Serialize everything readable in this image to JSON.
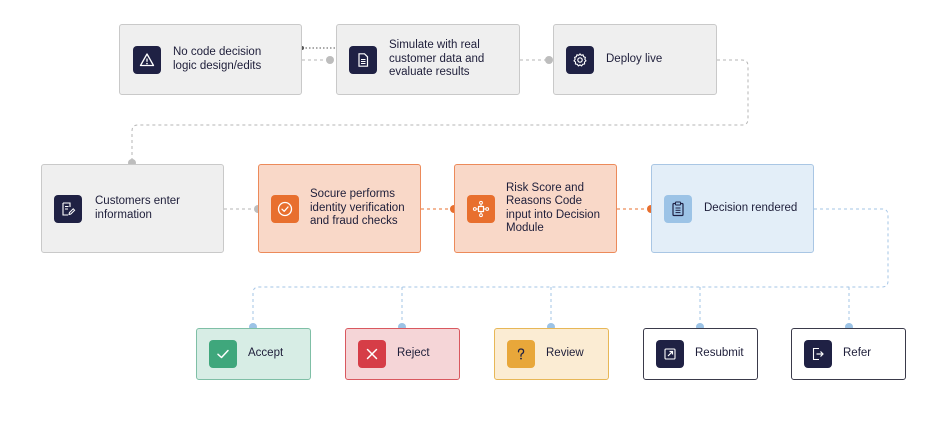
{
  "steps": {
    "no_code": "No code decision logic design/edits",
    "simulate": "Simulate with real customer data and evaluate results",
    "deploy": "Deploy live",
    "customers": "Customers enter information",
    "socure": "Socure performs identity verification and fraud checks",
    "risk": "Risk Score and Reasons Code input into Decision Module",
    "decision": "Decision rendered"
  },
  "outcomes": {
    "accept": "Accept",
    "reject": "Reject",
    "review": "Review",
    "resubmit": "Resubmit",
    "refer": "Refer"
  },
  "icons": {
    "no_code": "warning-triangle-icon",
    "simulate": "document-icon",
    "deploy": "gear-icon",
    "customers": "edit-document-icon",
    "socure": "check-circle-icon",
    "risk": "network-hub-icon",
    "decision": "clipboard-icon",
    "accept": "checkmark-icon",
    "reject": "x-icon",
    "review": "question-icon",
    "resubmit": "external-arrow-icon",
    "refer": "forward-arrow-icon"
  },
  "colors": {
    "navy": "#1f2144",
    "gray_connector": "#b5b5b5",
    "orange_connector": "#e86f2e",
    "blue_connector": "#a3c4e6"
  }
}
